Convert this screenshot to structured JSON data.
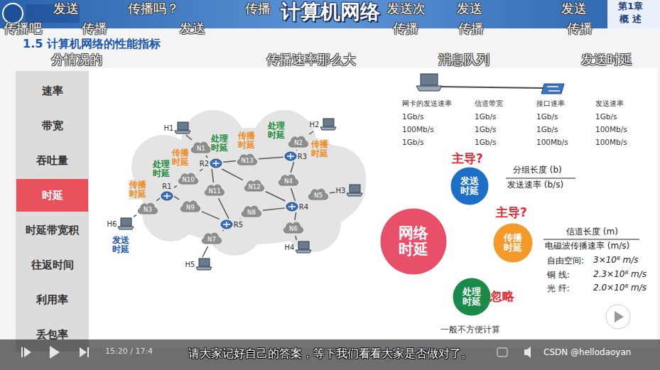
{
  "diagram": {
    "title": "计算机网络",
    "caption": "请大家记好自己的答案，等下我们看看大家是否做对了。",
    "nodes": [
      {
        "text": [
          "速率"
        ]
      },
      {
        "text": [
          "带宽"
        ]
      },
      {
        "text": [
          "吞吐量"
        ]
      },
      {
        "text": [
          "时延"
        ]
      },
      {
        "text": [
          "时延带宽积"
        ]
      },
      {
        "text": [
          "往返时间"
        ]
      },
      {
        "text": [
          "利用率"
        ]
      },
      {
        "text": [
          "丢包率"
        ]
      },
      {
        "text": [
          "H1"
        ]
      },
      {
        "text": [
          "H2"
        ]
      },
      {
        "text": [
          "H3"
        ]
      },
      {
        "text": [
          "H4"
        ]
      },
      {
        "text": [
          "H5"
        ]
      },
      {
        "text": [
          "H6"
        ]
      },
      {
        "text": [
          "R1"
        ]
      },
      {
        "text": [
          "R2"
        ]
      },
      {
        "text": [
          "R3"
        ]
      },
      {
        "text": [
          "R4"
        ]
      },
      {
        "text": [
          "R5"
        ]
      },
      {
        "text": [
          "N1"
        ]
      },
      {
        "text": [
          "N2"
        ]
      },
      {
        "text": [
          "N3"
        ]
      },
      {
        "text": [
          "N4"
        ]
      },
      {
        "text": [
          "N5"
        ]
      },
      {
        "text": [
          "N6"
        ]
      },
      {
        "text": [
          "N7"
        ]
      },
      {
        "text": [
          "N8"
        ]
      },
      {
        "text": [
          "N9"
        ]
      },
      {
        "text": [
          "N10"
        ]
      },
      {
        "text": [
          "N11"
        ]
      },
      {
        "text": [
          "N12"
        ]
      },
      {
        "text": [
          "N13"
        ]
      },
      {
        "text": [
          "网络时延"
        ]
      },
      {
        "text": [
          "发送时延"
        ]
      },
      {
        "text": [
          "传播时延"
        ]
      },
      {
        "text": [
          "处理时延"
        ]
      }
    ],
    "edges": [
      {
        "from": 8,
        "to": 19,
        "arrow": "none"
      },
      {
        "from": 19,
        "to": 15,
        "arrow": "none"
      },
      {
        "from": 9,
        "to": 20,
        "arrow": "none"
      },
      {
        "from": 20,
        "to": 16,
        "arrow": "none"
      },
      {
        "from": 10,
        "to": 23,
        "arrow": "none"
      },
      {
        "from": 23,
        "to": 17,
        "arrow": "none"
      },
      {
        "from": 11,
        "to": 24,
        "arrow": "none"
      },
      {
        "from": 24,
        "to": 17,
        "arrow": "none"
      },
      {
        "from": 12,
        "to": 25,
        "arrow": "none"
      },
      {
        "from": 25,
        "to": 18,
        "arrow": "none"
      },
      {
        "from": 13,
        "to": 21,
        "arrow": "none"
      },
      {
        "from": 21,
        "to": 14,
        "arrow": "none"
      },
      {
        "from": 14,
        "to": 28,
        "arrow": "none"
      },
      {
        "from": 28,
        "to": 15,
        "arrow": "none"
      },
      {
        "from": 14,
        "to": 27,
        "arrow": "none"
      },
      {
        "from": 27,
        "to": 18,
        "arrow": "none"
      },
      {
        "from": 15,
        "to": 29,
        "arrow": "none"
      },
      {
        "from": 29,
        "to": 18,
        "arrow": "none"
      },
      {
        "from": 15,
        "to": 31,
        "arrow": "none"
      },
      {
        "from": 31,
        "to": 16,
        "arrow": "none"
      },
      {
        "from": 16,
        "to": 22,
        "arrow": "none"
      },
      {
        "from": 22,
        "to": 17,
        "arrow": "none"
      },
      {
        "from": 15,
        "to": 30,
        "arrow": "none"
      },
      {
        "from": 30,
        "to": 17,
        "arrow": "none"
      },
      {
        "from": 18,
        "to": 26,
        "arrow": "none"
      },
      {
        "from": 26,
        "to": 17,
        "arrow": "none"
      }
    ],
    "labels": [
      "第1章",
      "概 述",
      "1.5 计算机网络的性能指标",
      "发送",
      "传播吗？",
      "传播",
      "发送次",
      "发送",
      "发送",
      "传播吧",
      "传播",
      "发送",
      "传播",
      "传播",
      "传播",
      "分情况的",
      "传播速率那么大",
      "消息队列",
      "发送时延",
      "处理时延",
      "处理时延",
      "处理时延",
      "传播时延",
      "传播时延",
      "传播时延",
      "传播时延",
      "发送时延",
      "网卡的发送速率",
      "信道带宽",
      "接口速率",
      "发送速率",
      "1Gb/s",
      "1Gb/s",
      "1Gb/s",
      "1Gb/s",
      "100Mb/s",
      "1Gb/s",
      "1Gb/s",
      "100Mb/s",
      "1Gb/s",
      "1Gb/s",
      "100Mb/s",
      "100Mb/s",
      "主导?",
      "分组长度 (b)",
      "发送速率 (b/s)",
      "主导?",
      "信道长度 (m)",
      "电磁波传播速率 (m/s)",
      "自由空间:",
      "3×10⁸ m/s",
      "铜 线:",
      "2.3×10⁸ m/s",
      "光 纤:",
      "2.0×10⁸ m/s",
      "忽略",
      "一般不方便计算",
      "15:20 / 17:4",
      "CSDN @hellodaoyan"
    ]
  }
}
